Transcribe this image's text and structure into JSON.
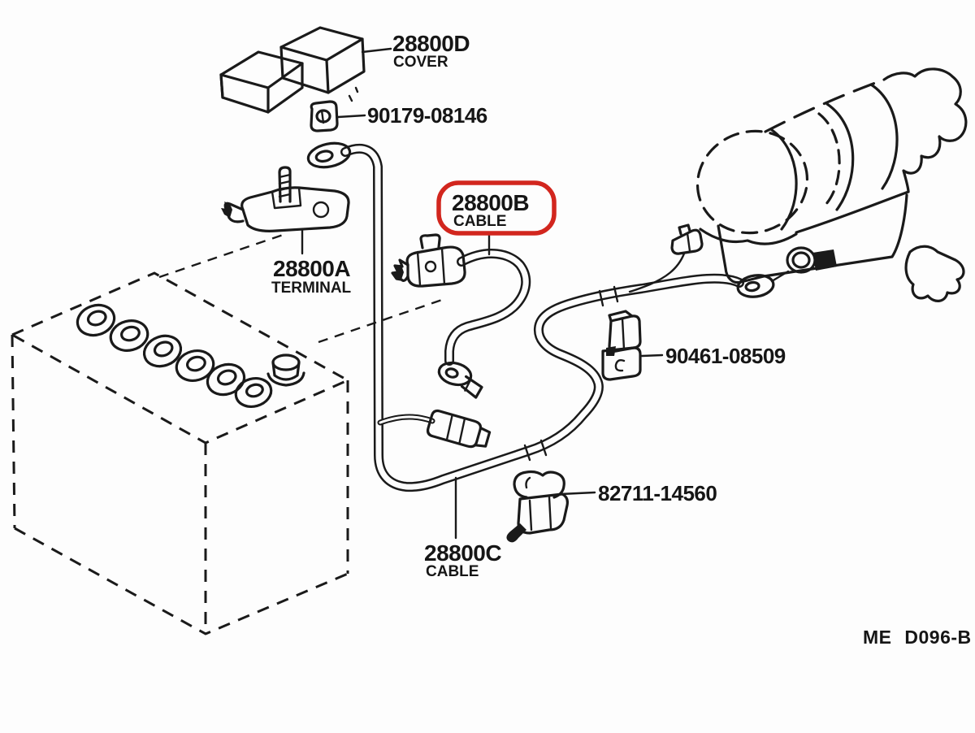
{
  "diagram": {
    "background_color": "#fdfdfd",
    "line_color": "#1a1a1a",
    "highlight_color": "#d2261e",
    "drawing_code": "ME D096-B",
    "parts": [
      {
        "id": "battery-cover",
        "part_no": "28800D",
        "label": "COVER",
        "highlighted": false
      },
      {
        "id": "terminal-nut",
        "part_no": "90179-08146",
        "label": "",
        "highlighted": false
      },
      {
        "id": "battery-terminal",
        "part_no": "28800A",
        "label": "TERMINAL",
        "highlighted": false
      },
      {
        "id": "battery-cable",
        "part_no": "28800B",
        "label": "CABLE",
        "highlighted": true
      },
      {
        "id": "cable-bracket",
        "part_no": "90461-08509",
        "label": "",
        "highlighted": false
      },
      {
        "id": "cable-clamp",
        "part_no": "82711-14560",
        "label": "",
        "highlighted": false
      },
      {
        "id": "starter-cable",
        "part_no": "28800C",
        "label": "CABLE",
        "highlighted": false
      }
    ]
  }
}
